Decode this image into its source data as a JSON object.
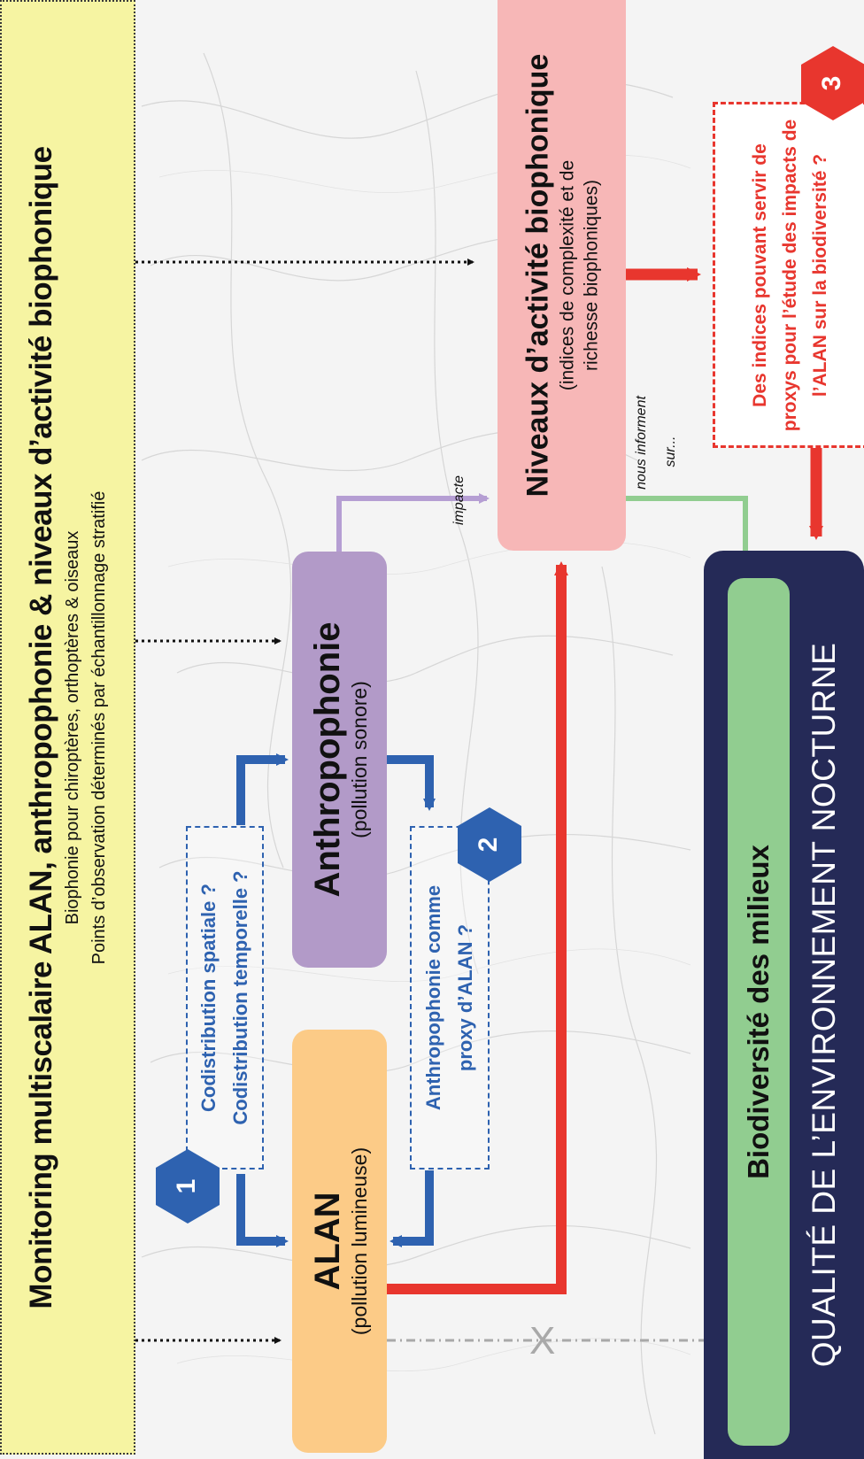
{
  "monitoring": {
    "title": "Monitoring multiscalaire ALAN, anthropophonie & niveaux d’activité biophonique",
    "line1": "Biophonie pour chiroptères, orthoptères & oiseaux",
    "line2": "Points d’observation déterminés par échantillonnage stratifié"
  },
  "alan": {
    "title": "ALAN",
    "subtitle": "(pollution lumineuse)"
  },
  "anthropophonie": {
    "title": "Anthropophonie",
    "subtitle": "(pollution sonore)"
  },
  "biophonie": {
    "title": "Niveaux d’activité biophonique",
    "subtitle_line1": "(indices de complexité et de",
    "subtitle_line2": "richesse biophoniques)"
  },
  "question1": {
    "number": "1",
    "line1": "Codistribution spatiale ?",
    "line2": "Codistribution temporelle ?"
  },
  "question2": {
    "number": "2",
    "line1": "Anthropophonie comme",
    "line2": "proxy d’ALAN ?"
  },
  "question3": {
    "number": "3",
    "text": "Des indices pouvant servir de proxys pour l’étude des impacts de l’ALAN sur la biodiversité ?"
  },
  "labels": {
    "impacte": "impacte",
    "nous_informent": "nous informent",
    "sur": "sur...",
    "no_link": "X"
  },
  "biodiversite": {
    "title": "Biodiversité des milieux"
  },
  "qualite": {
    "title": "QUALITÉ DE L’ENVIRONNEMENT NOCTURNE"
  },
  "colors": {
    "monitoring_bg": "#f6f4a2",
    "alan_bg": "#fccb87",
    "anthro_bg": "#b29ac8",
    "biophonie_bg": "#f7b7b7",
    "quality_bg": "#252a57",
    "biodiv_bg": "#91cd90",
    "blue": "#2e62b0",
    "red": "#e8362e",
    "purple_arrow": "#b59ed3",
    "green_arrow": "#91cd90",
    "grey_arrow": "#a9a9a9"
  }
}
